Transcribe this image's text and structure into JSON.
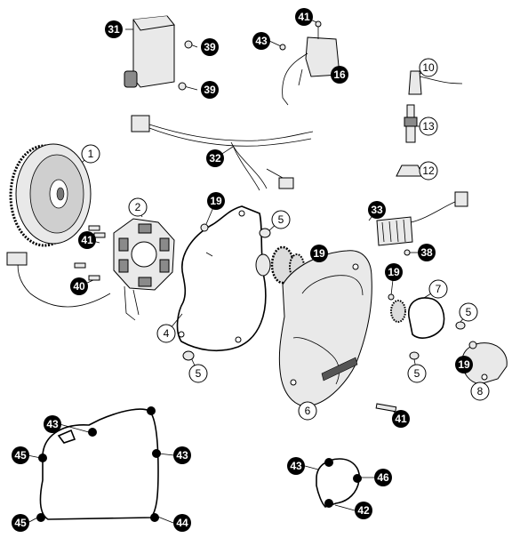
{
  "callouts": [
    {
      "id": "c1",
      "text": "1",
      "style": "outline"
    },
    {
      "id": "c2",
      "text": "2",
      "style": "outline"
    },
    {
      "id": "c4",
      "text": "4",
      "style": "outline"
    },
    {
      "id": "c5a",
      "text": "5",
      "style": "outline"
    },
    {
      "id": "c5b",
      "text": "5",
      "style": "outline"
    },
    {
      "id": "c5c",
      "text": "5",
      "style": "outline"
    },
    {
      "id": "c5d",
      "text": "5",
      "style": "outline"
    },
    {
      "id": "c6",
      "text": "6",
      "style": "outline"
    },
    {
      "id": "c7",
      "text": "7",
      "style": "outline"
    },
    {
      "id": "c8",
      "text": "8",
      "style": "outline"
    },
    {
      "id": "c10",
      "text": "10",
      "style": "outline"
    },
    {
      "id": "c12",
      "text": "12",
      "style": "outline"
    },
    {
      "id": "c13",
      "text": "13",
      "style": "outline"
    },
    {
      "id": "c16",
      "text": "16",
      "style": "filled"
    },
    {
      "id": "c19a",
      "text": "19",
      "style": "filled"
    },
    {
      "id": "c19b",
      "text": "19",
      "style": "filled"
    },
    {
      "id": "c19c",
      "text": "19",
      "style": "filled"
    },
    {
      "id": "c19d",
      "text": "19",
      "style": "filled"
    },
    {
      "id": "c31",
      "text": "31",
      "style": "filled"
    },
    {
      "id": "c32",
      "text": "32",
      "style": "filled"
    },
    {
      "id": "c33",
      "text": "33",
      "style": "filled"
    },
    {
      "id": "c38",
      "text": "38",
      "style": "filled"
    },
    {
      "id": "c39a",
      "text": "39",
      "style": "filled"
    },
    {
      "id": "c39b",
      "text": "39",
      "style": "filled"
    },
    {
      "id": "c40",
      "text": "40",
      "style": "filled"
    },
    {
      "id": "c41a",
      "text": "41",
      "style": "filled"
    },
    {
      "id": "c41b",
      "text": "41",
      "style": "filled"
    },
    {
      "id": "c41c",
      "text": "41",
      "style": "filled"
    },
    {
      "id": "c42",
      "text": "42",
      "style": "filled"
    },
    {
      "id": "c43a",
      "text": "43",
      "style": "filled"
    },
    {
      "id": "c43b",
      "text": "43",
      "style": "filled"
    },
    {
      "id": "c43c",
      "text": "43",
      "style": "filled"
    },
    {
      "id": "c43d",
      "text": "43",
      "style": "filled"
    },
    {
      "id": "c44",
      "text": "44",
      "style": "filled"
    },
    {
      "id": "c45a",
      "text": "45",
      "style": "filled"
    },
    {
      "id": "c45b",
      "text": "45",
      "style": "filled"
    },
    {
      "id": "c46",
      "text": "46",
      "style": "filled"
    }
  ],
  "colors": {
    "filled_callout": "#000000",
    "outline_callout": "#ffffff",
    "line": "#000000"
  }
}
